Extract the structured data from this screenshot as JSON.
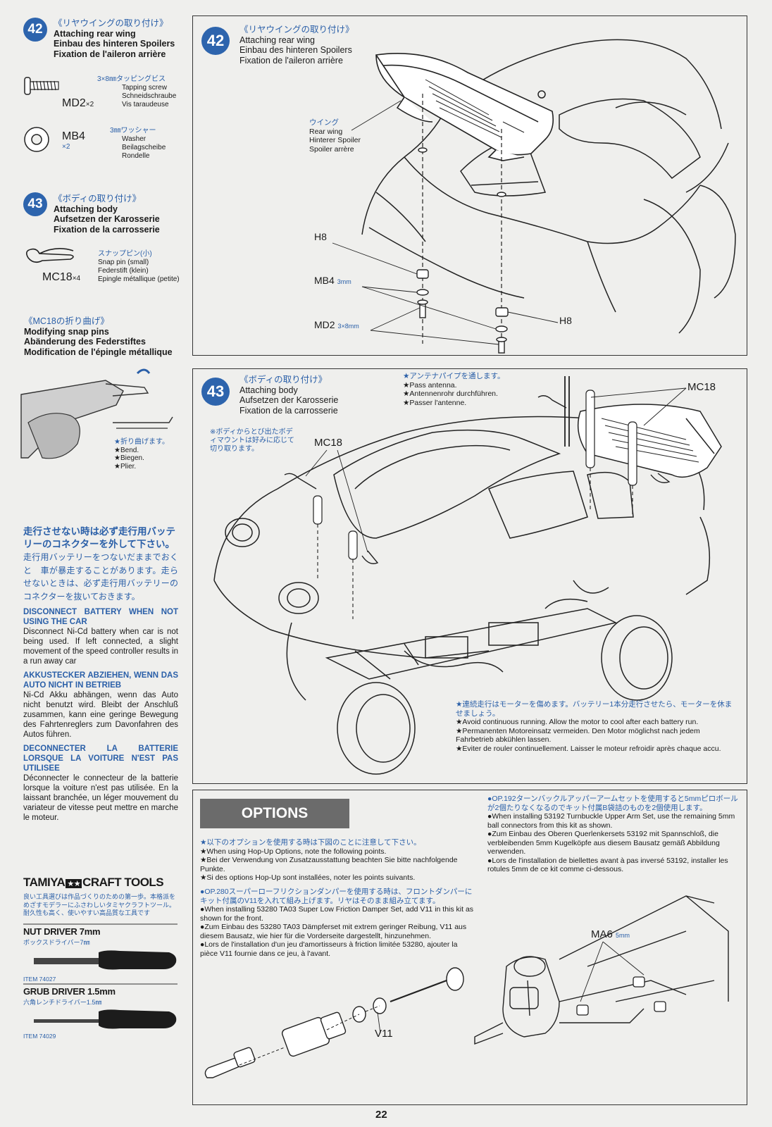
{
  "page_number": "22",
  "step42": {
    "number": "42",
    "title_ja": "《リヤウイングの取り付け》",
    "title_en": "Attaching rear wing",
    "title_de": "Einbau des hinteren Spoilers",
    "title_fr": "Fixation de l'aileron arrière"
  },
  "step43": {
    "number": "43",
    "title_ja": "《ボディの取り付け》",
    "title_en": "Attaching body",
    "title_de": "Aufsetzen der Karosserie",
    "title_fr": "Fixation de la carrosserie"
  },
  "parts": {
    "md2": {
      "code": "MD2",
      "qty": "×2",
      "size_ja": "3×8㎜タッピングビス",
      "en": "Tapping screw",
      "de": "Schneidschraube",
      "fr": "Vis taraudeuse"
    },
    "mb4": {
      "code": "MB4",
      "qty": "×2",
      "size_ja": "3㎜ワッシャー",
      "en": "Washer",
      "de": "Beilagscheibe",
      "fr": "Rondelle"
    },
    "mc18": {
      "code": "MC18",
      "qty": "×4",
      "size_ja": "スナップピン(小)",
      "en": "Snap pin (small)",
      "de": "Federstift (klein)",
      "fr": "Epingle métallique (petite)"
    }
  },
  "modify": {
    "title_ja": "《MC18の折り曲げ》",
    "title_en": "Modifying snap pins",
    "title_de": "Abänderung des Federstiftes",
    "title_fr": "Modification de l'épingle métallique",
    "bend_ja": "★折り曲げます。",
    "bend_en": "★Bend.",
    "bend_de": "★Biegen.",
    "bend_fr": "★Plier."
  },
  "warning": {
    "ja_bold": "走行させない時は必ず走行用バッテリーのコネクターを外して下さい。",
    "ja_body": "走行用バッテリーをつないだままでおくと　車が暴走することがあります。走らせないときは、必ず走行用バッテリーのコネクターを抜いておきます。",
    "en_head": "DISCONNECT BATTERY WHEN NOT USING THE CAR",
    "en_body": "Disconnect Ni-Cd battery when car is not being used. If left connected, a slight movement of the speed controller results in a run away car",
    "de_head": "AKKUSTECKER ABZIEHEN, WENN DAS AUTO NICHT IN BETRIEB",
    "de_body": "Ni-Cd Akku abhängen, wenn das Auto nicht benutzt wird. Bleibt der Anschluß zusammen, kann eine geringe Bewegung des Fahrtenreglers zum Davonfahren des Autos führen.",
    "fr_head": "DECONNECTER LA BATTERIE LORSQUE LA VOITURE N'EST PAS UTILISEE",
    "fr_body": "Déconnecter le connecteur de la batterie lorsque la voiture n'est pas utilisée. En la laissant branchée, un léger mouvement du variateur de vitesse peut mettre en marche le moteur."
  },
  "craft_tools": {
    "brand": "TAMIYA",
    "brand_tail": "CRAFT TOOLS",
    "desc": "良い工具選びは作品づくりのための第一歩。本格派をめざすモデラーにふさわしいタミヤクラフトツール。耐久性も高く、使いやすい高品質な工具です",
    "tool1_name": "NUT DRIVER 7mm",
    "tool1_ja": "ボックスドライバー7㎜",
    "tool1_item": "ITEM 74027",
    "tool2_name": "GRUB DRIVER 1.5mm",
    "tool2_ja": "六角レンチドライバー1.5㎜",
    "tool2_item": "ITEM 74029"
  },
  "diagram42": {
    "wing_ja": "ウイング",
    "wing_en": "Rear wing",
    "wing_de": "Hinterer Spoiler",
    "wing_fr": "Spoiler arrère",
    "h8": "H8",
    "mb4": "MB4",
    "mb4_size": "3mm",
    "md2": "MD2",
    "md2_size": "3×8mm"
  },
  "diagram43": {
    "antenna_ja": "★アンテナパイプを通します。",
    "antenna_en": "★Pass antenna.",
    "antenna_de": "★Antennenrohr durchführen.",
    "antenna_fr": "★Passer l'antenne.",
    "mount_ja": "※ボディからとび出たボディマウントは好みに応じて切り取ります。",
    "mc18_a": "MC18",
    "mc18_b": "MC18",
    "run_ja": "★連続走行はモーターを傷めます。バッテリー1本分走行させたら、モーターを休ませましょう。",
    "run_en": "★Avoid continuous running. Allow the motor to cool after each battery run.",
    "run_de": "★Permanenten Motoreinsatz vermeiden. Den Motor möglichst nach jedem Fahrbetrieb abkühlen lassen.",
    "run_fr": "★Eviter de rouler continuellement. Laisser le moteur refroidir après chaque accu."
  },
  "options": {
    "banner": "OPTIONS",
    "intro_ja": "★以下のオプションを使用する時は下図のことに注意して下さい。",
    "intro_en": "★When using Hop-Up Options, note the following points.",
    "intro_de": "★Bei der Verwendung von Zusatzausstattung beachten Sie bitte nachfolgende Punkte.",
    "intro_fr": "★Si des options Hop-Up sont installées, noter les points suivants.",
    "op280_ja": "●OP.280スーパーローフリクションダンパーを使用する時は、フロントダンパーにキット付属のV11を入れて組み上げます。リヤはそのまま組み立てます。",
    "op280_en": "●When installing 53280 TA03 Super Low Friction Damper Set, add V11 in this kit as shown for the front.",
    "op280_de": "●Zum Einbau des 53280 TA03 Dämpferset mit extrem geringer Reibung, V11 aus diesem Bausatz, wie hier für die Vorderseite dargestellt, hinzunehmen.",
    "op280_fr": "●Lors de l'installation d'un jeu d'amortisseurs à friction limitée 53280, ajouter la pièce V11 fournie dans ce jeu, à l'avant.",
    "op192_ja": "●OP.192ターンバックルアッパーアームセットを使用すると5mmピロボールが2個たりなくなるのでキット付属B袋詰のものを2個使用します。",
    "op192_en": "●When installing 53192 Turnbuckle Upper Arm Set, use the remaining 5mm ball connectors from this kit as shown.",
    "op192_de": "●Zum Einbau des Oberen Querlenkersets 53192 mit Spannschloß, die verbleibenden 5mm Kugelköpfe aus diesem Bausatz gemäß Abbildung verwenden.",
    "op192_fr": "●Lors de l'installation de biellettes avant à pas inversé 53192, installer les rotules 5mm de ce kit comme ci-dessous.",
    "v11": "V11",
    "ma6": "MA6",
    "ma6_size": "5mm"
  }
}
